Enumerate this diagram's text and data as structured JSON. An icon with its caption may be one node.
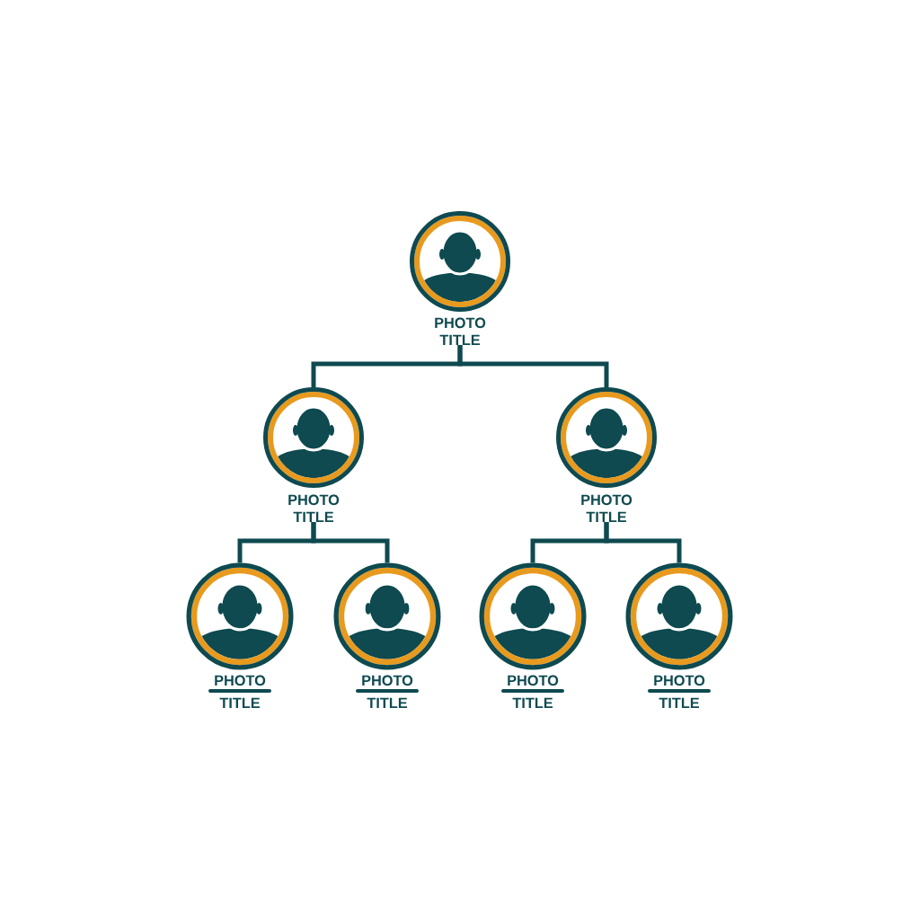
{
  "diagram": {
    "nodes": [
      {
        "text": [
          "PHOTO",
          "TITLE"
        ]
      },
      {
        "text": [
          "PHOTO",
          "TITLE"
        ]
      },
      {
        "text": [
          "PHOTO",
          "TITLE"
        ]
      },
      {
        "text": [
          "PHOTO",
          "TITLE"
        ]
      },
      {
        "text": [
          "PHOTO",
          "TITLE"
        ]
      },
      {
        "text": [
          "PHOTO",
          "TITLE"
        ]
      },
      {
        "text": [
          "PHOTO",
          "TITLE"
        ]
      }
    ],
    "edges": [
      {
        "from": 0,
        "to": 1,
        "arrow": "none"
      },
      {
        "from": 0,
        "to": 2,
        "arrow": "none"
      },
      {
        "from": 1,
        "to": 3,
        "arrow": "none"
      },
      {
        "from": 1,
        "to": 4,
        "arrow": "none"
      },
      {
        "from": 2,
        "to": 5,
        "arrow": "none"
      },
      {
        "from": 2,
        "to": 6,
        "arrow": "none"
      }
    ]
  }
}
